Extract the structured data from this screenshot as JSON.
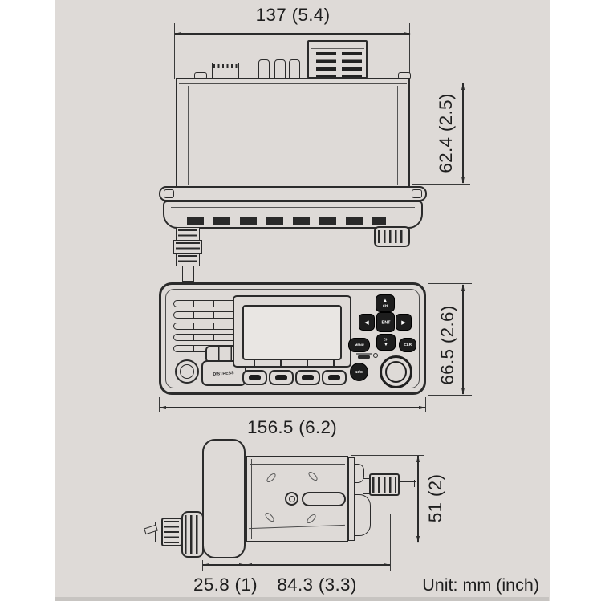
{
  "meta": {
    "unit_note": "Unit: mm (inch)"
  },
  "colors": {
    "sheet": "#dedad7",
    "line": "#2b2b2b",
    "button_fill": "#1d1d1d",
    "screen_fill": "#e9e6e3"
  },
  "top_view": {
    "width_dim": "137 (5.4)",
    "depth_dim": "62.4 (2.5)"
  },
  "front_view": {
    "width_dim": "156.5 (6.2)",
    "height_dim": "66.5 (2.6)",
    "labels": {
      "distress": "DISTRESS",
      "ent": "ENT",
      "menu": "MENU",
      "clr": "CLR",
      "ch": "CH",
      "ch16": "16/C",
      "arrow_up": "▲",
      "arrow_down": "▼",
      "arrow_left": "◀",
      "arrow_right": "▶"
    }
  },
  "side_view": {
    "front_depth_dim": "25.8  (1)",
    "body_depth_dim": "84.3  (3.3)",
    "height_dim": "51 (2)"
  }
}
